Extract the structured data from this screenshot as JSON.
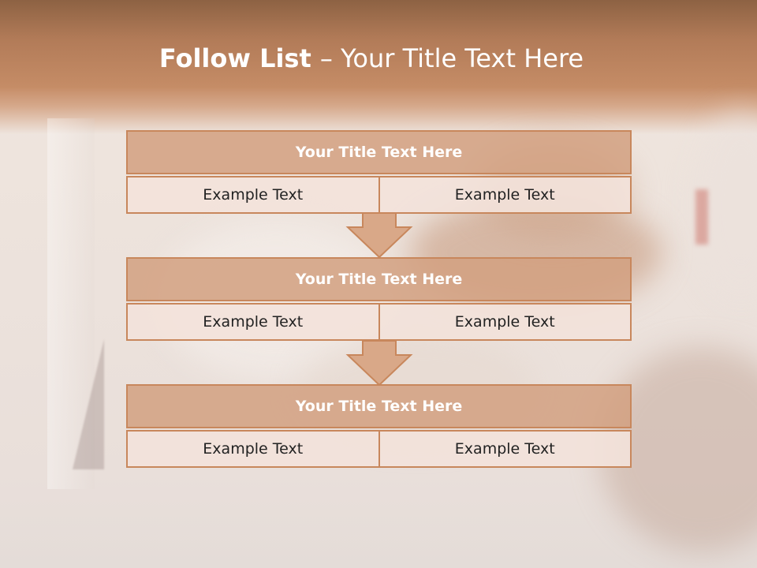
{
  "slide": {
    "title_bold": "Follow List ",
    "title_rest": " – Your Title Text Here",
    "blocks": [
      {
        "heading": "Your Title Text Here",
        "left": "Example Text",
        "right": "Example Text"
      },
      {
        "heading": "Your Title Text Here",
        "left": "Example Text",
        "right": "Example Text"
      },
      {
        "heading": "Your Title Text Here",
        "left": "Example Text",
        "right": "Example Text"
      }
    ]
  },
  "colors": {
    "header": "#b27b58",
    "box_heading_fill": "#d2a080",
    "box_border": "#c8875c",
    "cell_fill": "#f3e2da",
    "arrow_fill": "#d9a888"
  },
  "icons": {
    "arrow": "down-arrow-icon"
  }
}
